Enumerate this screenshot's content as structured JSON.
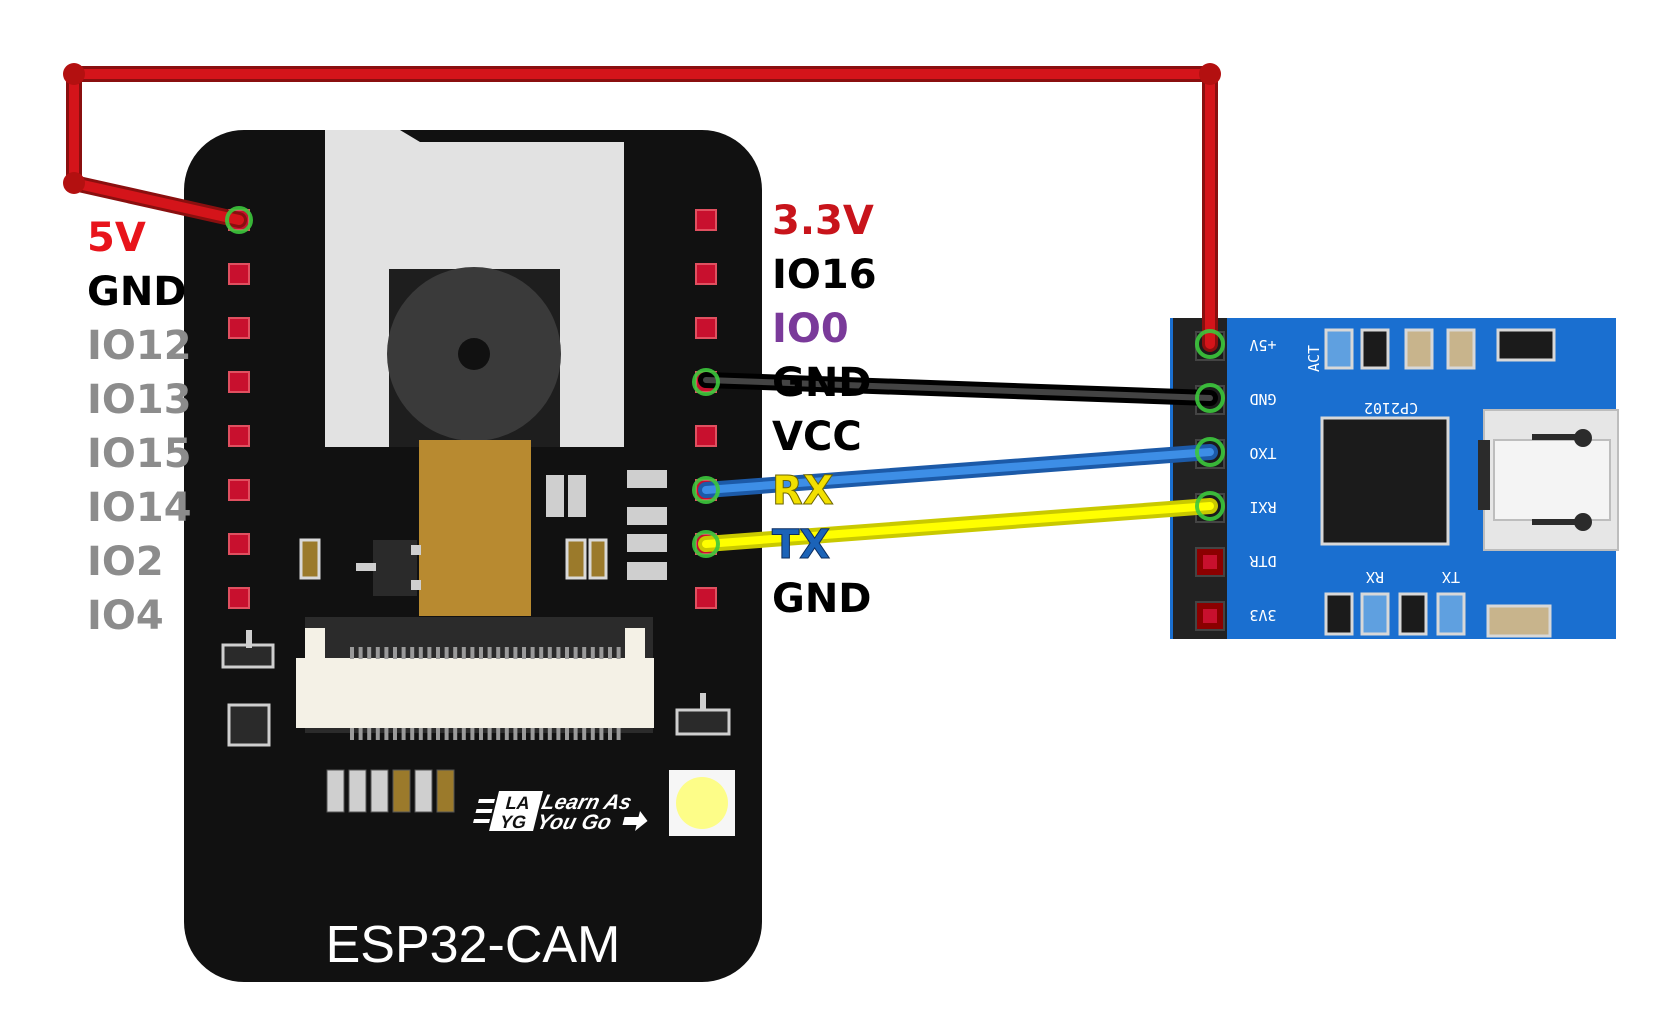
{
  "esp32": {
    "title": "ESP32-CAM",
    "logo_line1": "Learn As",
    "logo_line2": "You Go",
    "logo_badge_top": "LA",
    "logo_badge_bottom": "YG",
    "left_pins": [
      {
        "label": "5V",
        "color": "#e8141b",
        "wired": true
      },
      {
        "label": "GND",
        "color": "#000000",
        "wired": false
      },
      {
        "label": "IO12",
        "color": "#8c8c8c",
        "wired": false
      },
      {
        "label": "IO13",
        "color": "#8c8c8c",
        "wired": false
      },
      {
        "label": "IO15",
        "color": "#8c8c8c",
        "wired": false
      },
      {
        "label": "IO14",
        "color": "#8c8c8c",
        "wired": false
      },
      {
        "label": "IO2",
        "color": "#8c8c8c",
        "wired": false
      },
      {
        "label": "IO4",
        "color": "#8c8c8c",
        "wired": false
      }
    ],
    "right_pins": [
      {
        "label": "3.3V",
        "color": "#c8141b",
        "wired": false
      },
      {
        "label": "IO16",
        "color": "#000000",
        "wired": false
      },
      {
        "label": "IO0",
        "color": "#7a3a9a",
        "wired": false
      },
      {
        "label": "GND",
        "color": "#000000",
        "wired": true
      },
      {
        "label": "VCC",
        "color": "#000000",
        "wired": false
      },
      {
        "label": "RX",
        "color": "#f2e000",
        "wired": true
      },
      {
        "label": "TX",
        "color": "#1b63b8",
        "wired": true
      },
      {
        "label": "GND",
        "color": "#000000",
        "wired": false
      }
    ]
  },
  "cp2102": {
    "chip_label": "CP2102",
    "act_label": "ACT",
    "rx_label": "RX",
    "tx_label": "TX",
    "pins": [
      "+5V",
      "GND",
      "TXO",
      "RXI",
      "DTR",
      "3V3"
    ]
  },
  "wires": [
    {
      "from": "5V",
      "to": "+5V",
      "color": "#cc1111"
    },
    {
      "from": "GND",
      "to": "GND",
      "color": "#222222"
    },
    {
      "from": "RX",
      "to": "TXO",
      "color": "#2e7fd6"
    },
    {
      "from": "TX",
      "to": "RXI",
      "color": "#ffff00"
    }
  ],
  "colors": {
    "board": "#111111",
    "cp_board": "#1a6fd0",
    "pin": "#c8102e",
    "pin_ring": "#3cc83c"
  }
}
